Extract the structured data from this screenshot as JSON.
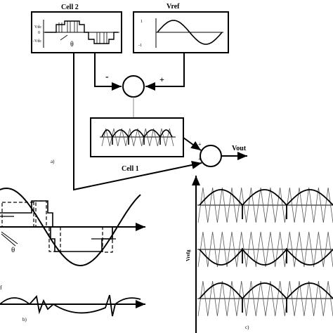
{
  "figure": {
    "cell2_label": "Cell 2",
    "vref_label": "Vref",
    "cell2_axis_ticks": [
      "Vdc",
      "0",
      "-Vdc"
    ],
    "cell2_theta": "θ",
    "vref_axis_ticks": [
      "1",
      "-1"
    ],
    "minus_sign": "-",
    "plus_sign": "+",
    "cell1_label": "Cell 1",
    "vout_label": "Vout",
    "panel_a_top": "a)",
    "panel_b": "b)",
    "panel_c": "c)",
    "theta_b": "θ",
    "vertical_axis_label": "Vrefg",
    "cut_left_label": "f",
    "colors": {
      "ink": "#000000",
      "carrier": "#555555",
      "background": "#ffffff"
    }
  }
}
